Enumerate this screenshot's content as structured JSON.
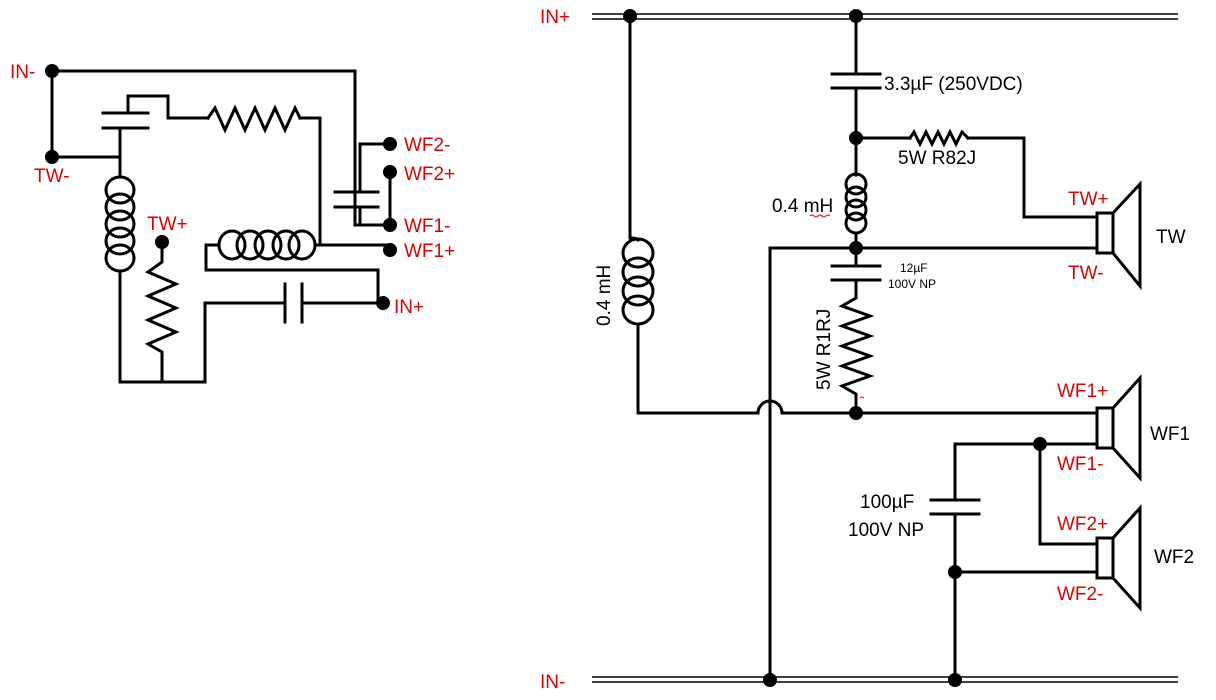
{
  "left": {
    "in_minus": "IN-",
    "tw_minus": "TW-",
    "tw_plus": "TW+",
    "wf2_minus": "WF2-",
    "wf2_plus": "WF2+",
    "wf1_minus": "WF1-",
    "wf1_plus": "WF1+",
    "in_plus": "IN+"
  },
  "right": {
    "in_plus": "IN+",
    "in_minus": "IN-",
    "cap_top": "3.3µF (250VDC)",
    "res_top": "5W R82J",
    "ind_small": "0.4 mH",
    "ind_left": "0.4 mH",
    "cap_mid_1": "12µF",
    "cap_mid_2": "100V NP",
    "res_mid": "5W R1RJ",
    "cap_big_1": "100µF",
    "cap_big_2": "100V NP",
    "tw_plus": "TW+",
    "tw_minus": "TW-",
    "tw": "TW",
    "wf1_plus": "WF1+",
    "wf1_minus": "WF1-",
    "wf1": "WF1",
    "wf2_plus": "WF2+",
    "wf2_minus": "WF2-",
    "wf2": "WF2"
  }
}
